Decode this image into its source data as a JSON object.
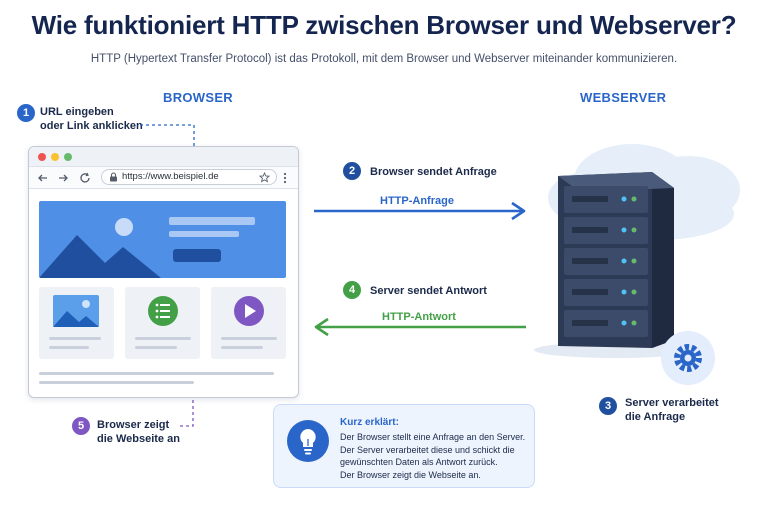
{
  "header": {
    "title": "Wie funktioniert HTTP zwischen Browser und Webserver?",
    "subtitle": "HTTP (Hypertext Transfer Protocol) ist das Protokoll, mit dem Browser und Webserver miteinander kommunizieren."
  },
  "sections": {
    "browser": "BROWSER",
    "webserver": "WEBSERVER"
  },
  "steps": [
    {
      "number": "1",
      "lines": [
        "URL eingeben",
        "oder Link anklicken"
      ],
      "color": "#2a66c9"
    },
    {
      "number": "2",
      "lines": [
        "Browser sendet Anfrage"
      ],
      "color": "#1f4f9e"
    },
    {
      "number": "3",
      "lines": [
        "Server verarbeitet",
        "die Anfrage"
      ],
      "color": "#1f4f9e"
    },
    {
      "number": "4",
      "lines": [
        "Server sendet Antwort"
      ],
      "color": "#43a047"
    },
    {
      "number": "5",
      "lines": [
        "Browser zeigt",
        "die Webseite an"
      ],
      "color": "#7e57c2"
    }
  ],
  "arrows": {
    "request": {
      "label": "HTTP-Anfrage",
      "color": "#2a66c9"
    },
    "response": {
      "label": "HTTP-Antwort",
      "color": "#43a047"
    }
  },
  "browser_window": {
    "url": "https://www.beispiel.de",
    "dot_colors": [
      "#ef5350",
      "#fbc02d",
      "#66bb6a"
    ]
  },
  "info": {
    "title": "Kurz erklärt:",
    "lines": [
      "Der Browser stellt eine Anfrage an den Server.",
      "Der Server verarbeitet diese und schickt die",
      "gewünschten Daten als Antwort zurück.",
      "Der Browser zeigt die Webseite an."
    ]
  },
  "icons": {
    "nav": [
      "arrow-left-icon",
      "arrow-right-icon",
      "reload-icon",
      "lock-icon",
      "star-icon",
      "menu-dots-icon"
    ],
    "cards": [
      "image-icon",
      "list-icon",
      "play-icon"
    ],
    "server": [
      "cloud-icon",
      "server-rack-icon",
      "gear-icon"
    ],
    "info": "lightbulb-icon"
  }
}
